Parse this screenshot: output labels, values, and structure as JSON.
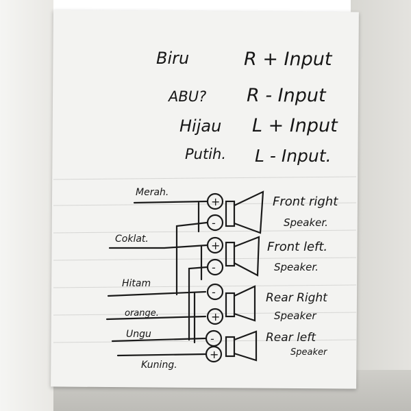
{
  "input_mapping": [
    {
      "color": "Biru",
      "signal": "R + Input"
    },
    {
      "color": "ABU?",
      "signal": "R - Input"
    },
    {
      "color": "Hijau",
      "signal": "L + Input"
    },
    {
      "color": "Putih.",
      "signal": "L - Input."
    }
  ],
  "speakers": [
    {
      "name_line1": "Front right",
      "name_line2": "Speaker."
    },
    {
      "name_line1": "Front left.",
      "name_line2": "Speaker."
    },
    {
      "name_line1": "Rear Right",
      "name_line2": "Speaker"
    },
    {
      "name_line1": "Rear left",
      "name_line2": "Speaker"
    }
  ],
  "wires": [
    "Merah.",
    "Coklat.",
    "Hitam",
    "orange.",
    "Ungu",
    "Kuning."
  ],
  "terminals": [
    "+",
    "-",
    "+",
    "-",
    "-",
    "+",
    "-",
    "+"
  ]
}
